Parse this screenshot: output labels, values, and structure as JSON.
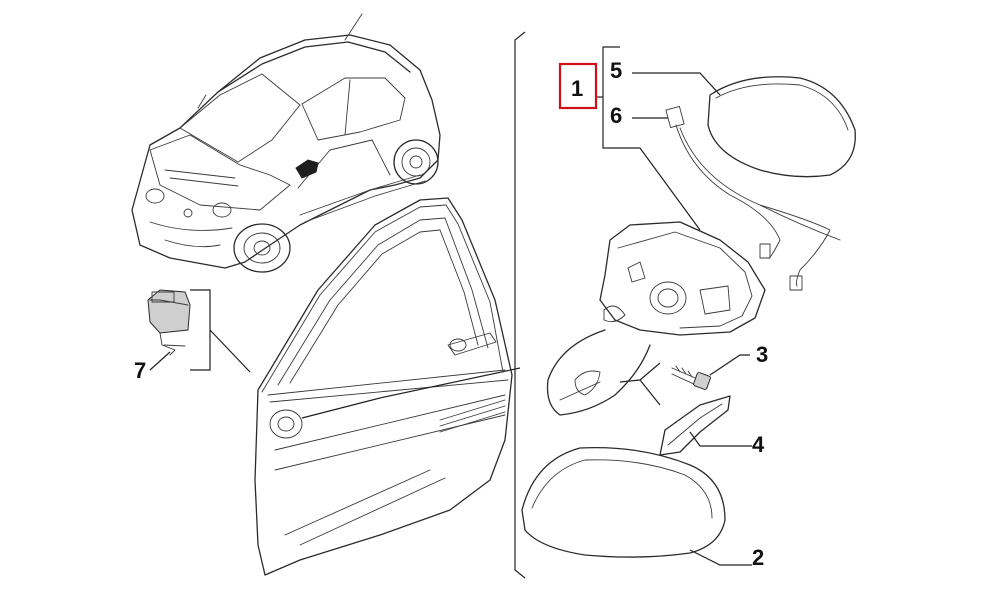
{
  "callouts": {
    "c1": "1",
    "c2": "2",
    "c3": "3",
    "c4": "4",
    "c5": "5",
    "c6": "6",
    "c7": "7"
  },
  "highlight_color": "#d0101b",
  "highlighted_callout": "1"
}
